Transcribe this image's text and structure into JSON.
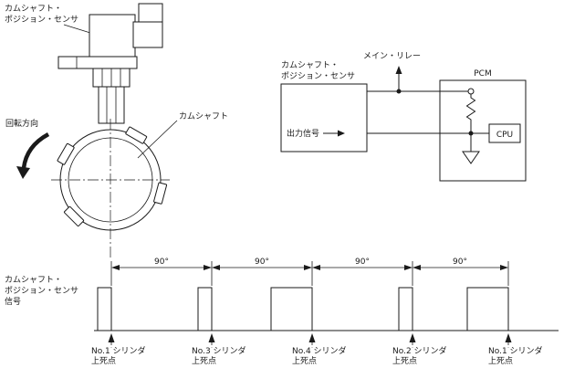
{
  "colors": {
    "bg": "#ffffff",
    "ink": "#1a1a1a"
  },
  "sensor_drawing": {
    "sensor_label": [
      "カムシャフト・",
      "ポジション・センサ"
    ],
    "camshaft_label": "カムシャフト",
    "rotation_label": "回転方向"
  },
  "circuit": {
    "sensor_label": [
      "カムシャフト・",
      "ポジション・センサ"
    ],
    "main_relay_label": "メイン・リレー",
    "pcm_label": "PCM",
    "cpu_label": "CPU",
    "output_signal_label": "出力信号"
  },
  "waveform": {
    "signal_label": [
      "カムシャフト・",
      "ポジション・センサ",
      "信号"
    ],
    "degree_labels": [
      "90°",
      "90°",
      "90°",
      "90°"
    ],
    "tdc_labels": [
      {
        "line1": "No.1 シリンダ",
        "line2": "上死点"
      },
      {
        "line1": "No.3 シリンダ",
        "line2": "上死点"
      },
      {
        "line1": "No.4 シリンダ",
        "line2": "上死点"
      },
      {
        "line1": "No.2 シリンダ",
        "line2": "上死点"
      },
      {
        "line1": "No.1 シリンダ",
        "line2": "上死点"
      }
    ]
  },
  "chart_data": {
    "type": "line",
    "subtype": "digital-pulse-train",
    "title": "カムシャフト・ポジション・センサ信号",
    "interval_labels": [
      "90°",
      "90°",
      "90°",
      "90°"
    ],
    "tdc_marks": [
      "No.1 シリンダ 上死点",
      "No.3 シリンダ 上死点",
      "No.4 シリンダ 上死点",
      "No.2 シリンダ 上死点",
      "No.1 シリンダ 上死点"
    ],
    "tdc_marks_x": [
      122,
      232,
      342,
      452,
      557
    ],
    "levels": {
      "low": 0,
      "high": 1
    },
    "pulses": [
      {
        "rise": 107,
        "fall": 122
      },
      {
        "rise": 217,
        "fall": 232
      },
      {
        "rise": 297,
        "fall": 342
      },
      {
        "rise": 437,
        "fall": 452
      },
      {
        "rise": 512,
        "fall": 557
      }
    ]
  }
}
